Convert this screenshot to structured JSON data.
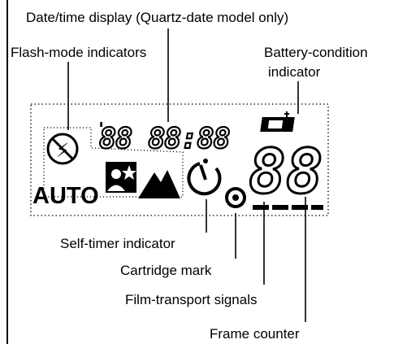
{
  "labels": {
    "date_time": "Date/time display (Quartz-date model only)",
    "flash_mode": "Flash-mode indicators",
    "battery_line1": "Battery-condition",
    "battery_line2": "indicator",
    "self_timer": "Self-timer indicator",
    "cartridge": "Cartridge mark",
    "film_transport": "Film-transport signals",
    "frame_counter": "Frame counter"
  },
  "lcd": {
    "date_digits": "88 88:88",
    "date_prefix_mark": "'",
    "counter_digits": "88",
    "auto_text": "AUTO",
    "flash_glyph": "⚡"
  },
  "icons": {
    "flash_mode_icon": "flash-off-icon",
    "portrait_icon": "portrait-star-icon",
    "landscape_icon": "mountain-icon",
    "self_timer_icon": "self-timer-icon",
    "cartridge_icon": "cartridge-mark-icon",
    "battery_icon": "battery-icon"
  },
  "colors": {
    "ink": "#000000",
    "background": "#ffffff"
  }
}
